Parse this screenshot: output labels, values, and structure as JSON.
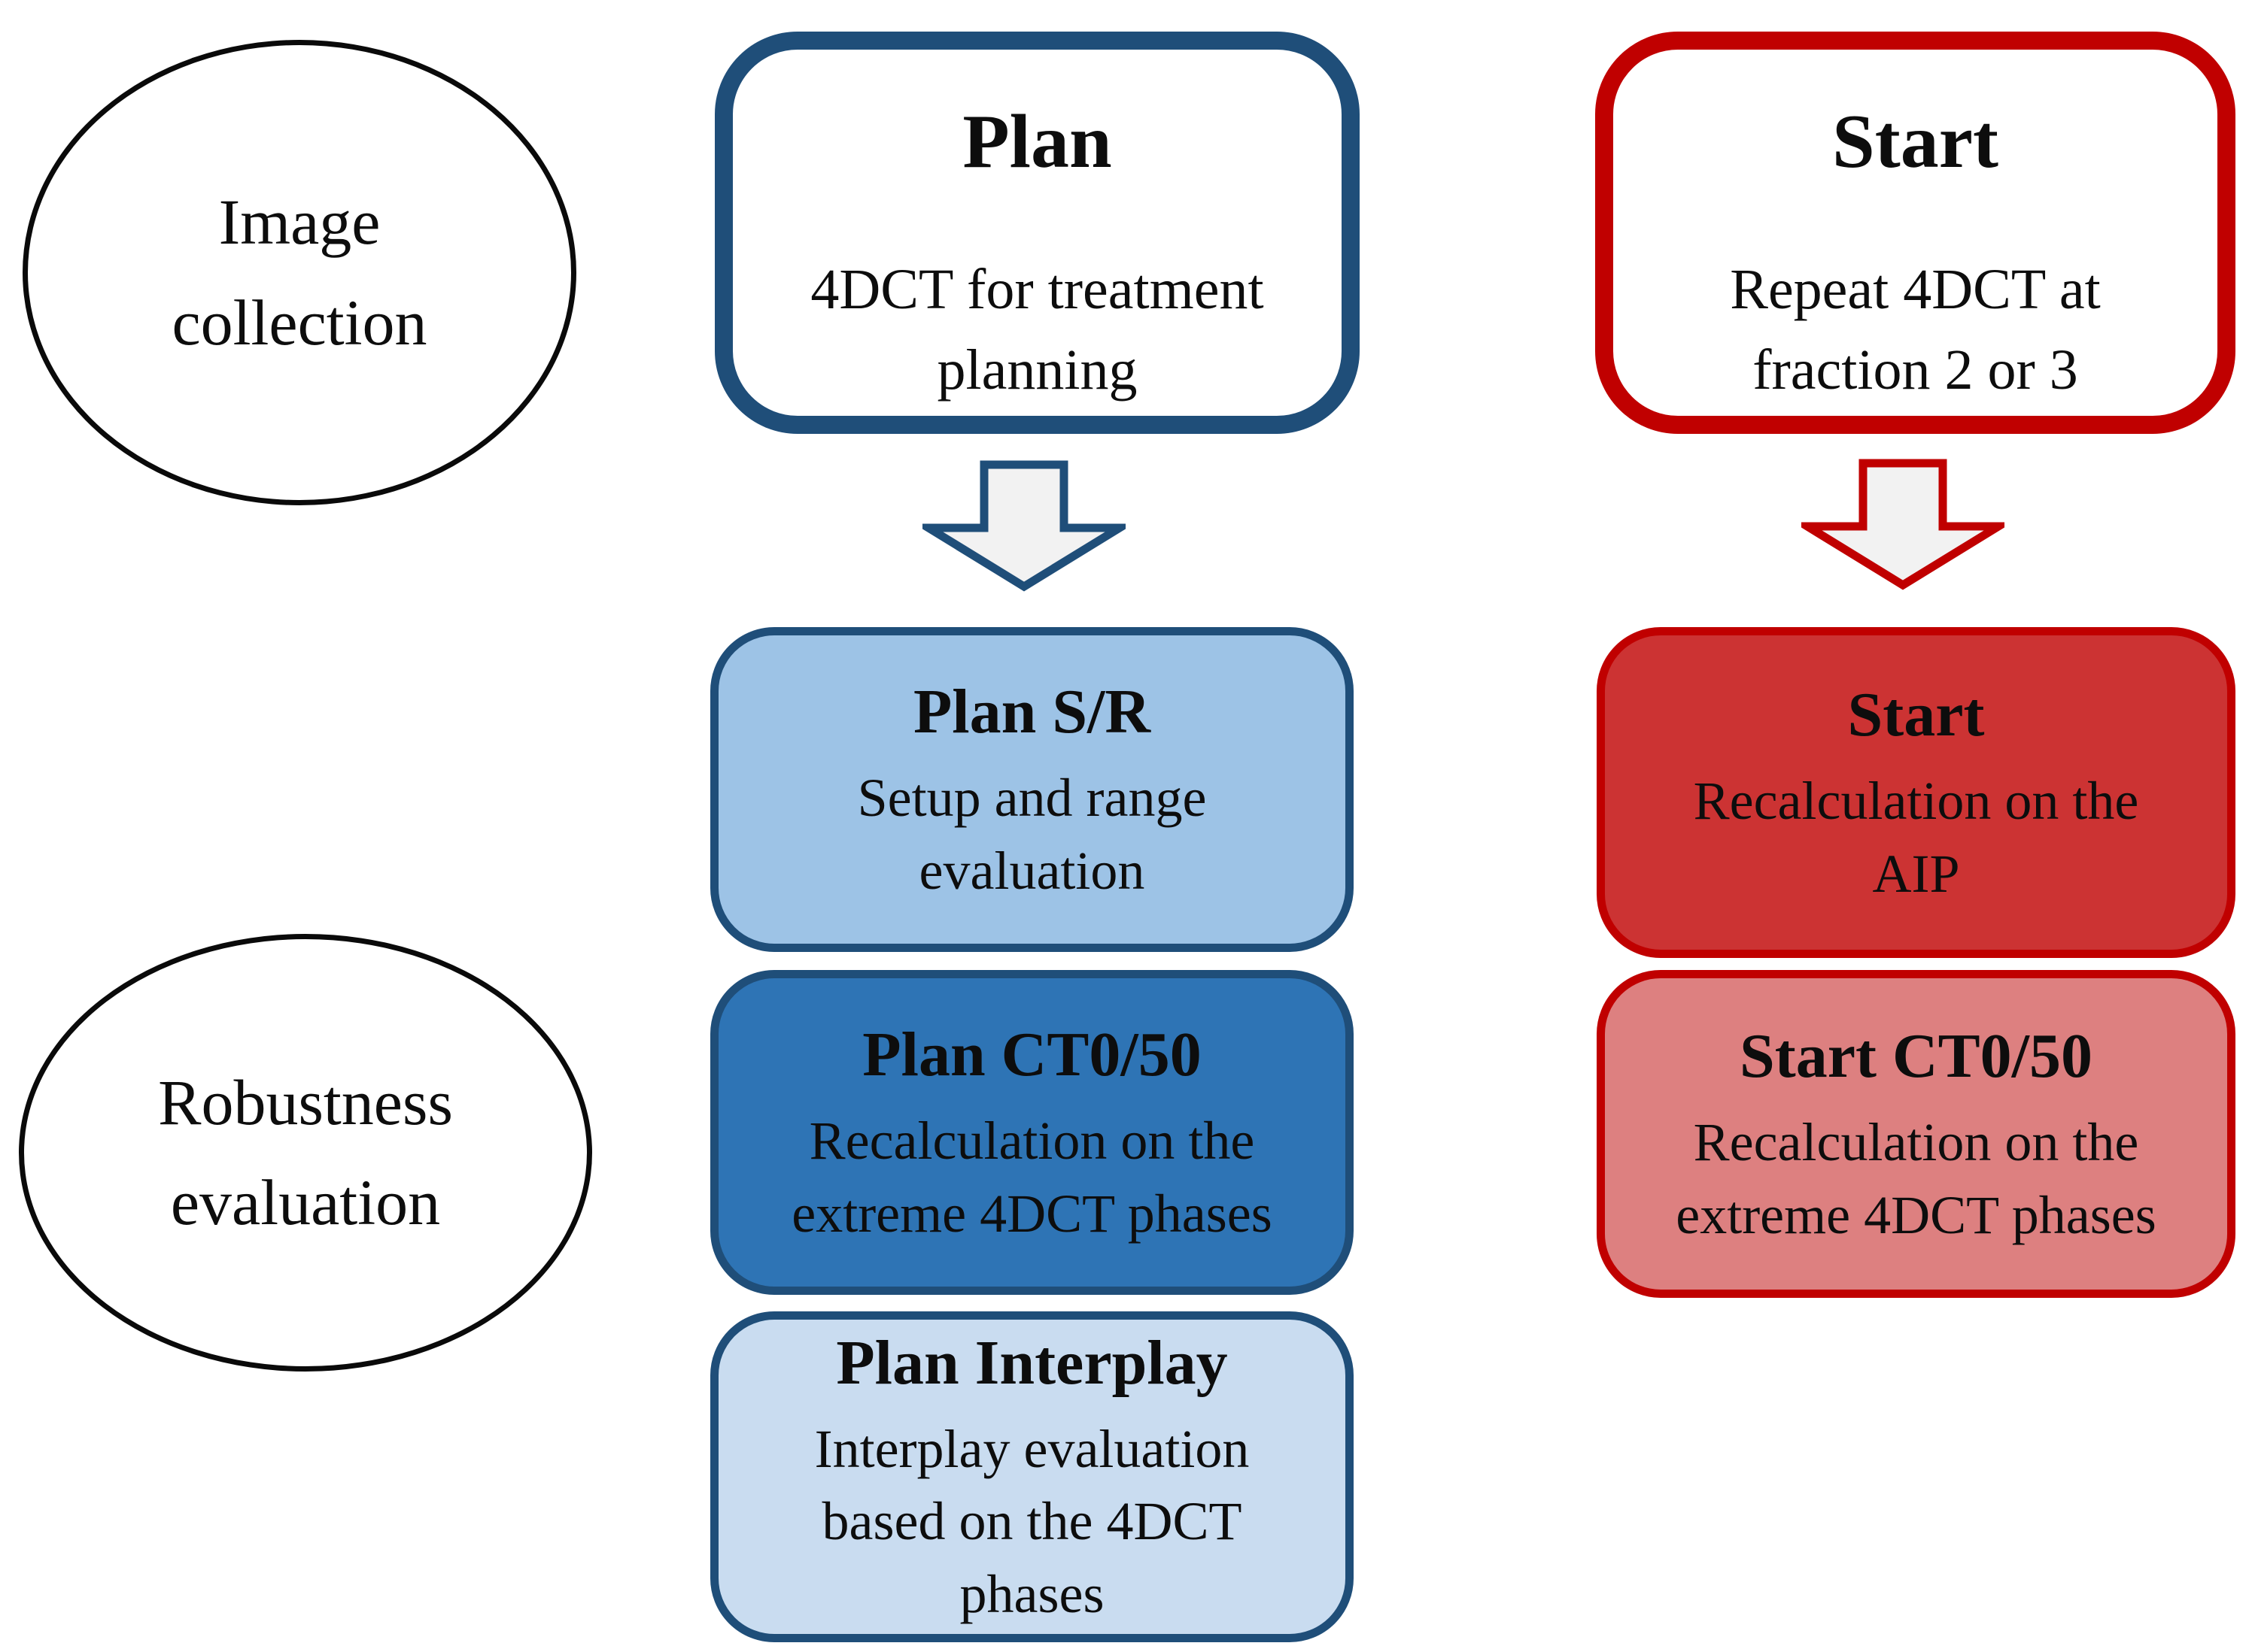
{
  "diagram": {
    "background": "#ffffff",
    "text_color": "#0d0d0d",
    "stage_labels": [
      {
        "name": "image-collection",
        "lines": [
          "Image",
          "collection"
        ]
      },
      {
        "name": "robustness-evaluation",
        "lines": [
          "Robustness",
          "evaluation"
        ]
      }
    ],
    "plan_column": {
      "accent_color": "#1f4e79",
      "top_box": {
        "title": "Plan",
        "body": "4DCT for treatment planning",
        "fill": "#ffffff",
        "border_color": "#1f4e79"
      },
      "arrow": {
        "icon": "down-block-arrow",
        "fill": "#f2f2f2",
        "stroke": "#1f4e79"
      },
      "boxes": [
        {
          "title": "Plan S/R",
          "body": "Setup and range evaluation",
          "fill": "#9dc3e6",
          "border_color": "#1f4e79"
        },
        {
          "title": "Plan CT0/50",
          "body": "Recalculation on the extreme 4DCT phases",
          "fill": "#2e74b5",
          "border_color": "#1f4e79"
        },
        {
          "title": "Plan Interplay",
          "body": "Interplay evaluation based on the 4DCT phases",
          "fill": "#c9dcf0",
          "border_color": "#1f4e79"
        }
      ]
    },
    "start_column": {
      "accent_color": "#c00000",
      "top_box": {
        "title": "Start",
        "body": "Repeat 4DCT at fraction 2 or 3",
        "fill": "#ffffff",
        "border_color": "#c00000"
      },
      "arrow": {
        "icon": "down-block-arrow",
        "fill": "#f2f2f2",
        "stroke": "#c00000"
      },
      "boxes": [
        {
          "title": "Start",
          "body": "Recalculation on the AIP",
          "fill": "#cc3333",
          "border_color": "#c00000"
        },
        {
          "title": "Start CT0/50",
          "body": "Recalculation on the extreme 4DCT phases",
          "fill": "#dd8080",
          "border_color": "#c00000"
        }
      ]
    }
  }
}
